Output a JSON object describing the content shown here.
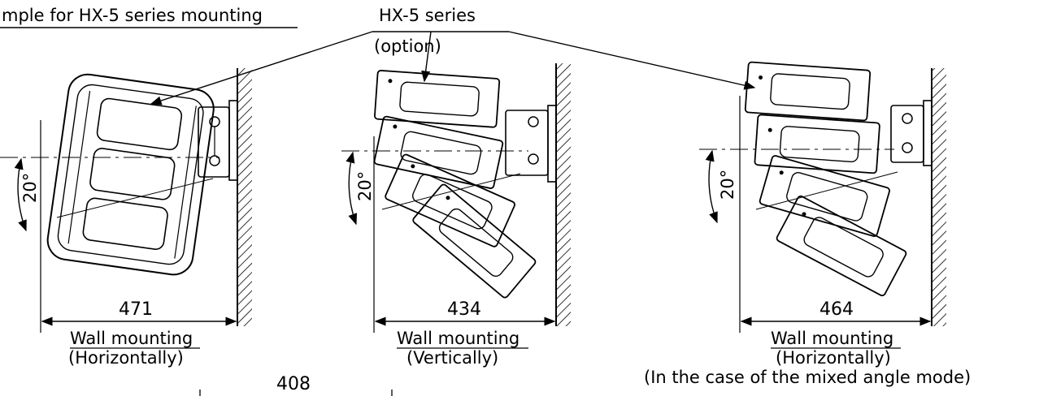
{
  "heading": "mple for HX-5 series mounting",
  "callout": {
    "line1": "HX-5 series",
    "line2": "(option)"
  },
  "figures": [
    {
      "width_label": "471",
      "angle_label": "20°",
      "caption": "Wall mounting",
      "sub_caption": "(Horizontally)"
    },
    {
      "width_label": "434",
      "angle_label": "20°",
      "caption": "Wall mounting",
      "sub_caption": "(Vertically)"
    },
    {
      "width_label": "464",
      "angle_label": "20°",
      "caption": "Wall mounting",
      "sub_caption": "(Horizontally)",
      "note": "(In the case of the mixed angle mode)"
    }
  ],
  "bottom_dimension": "408"
}
